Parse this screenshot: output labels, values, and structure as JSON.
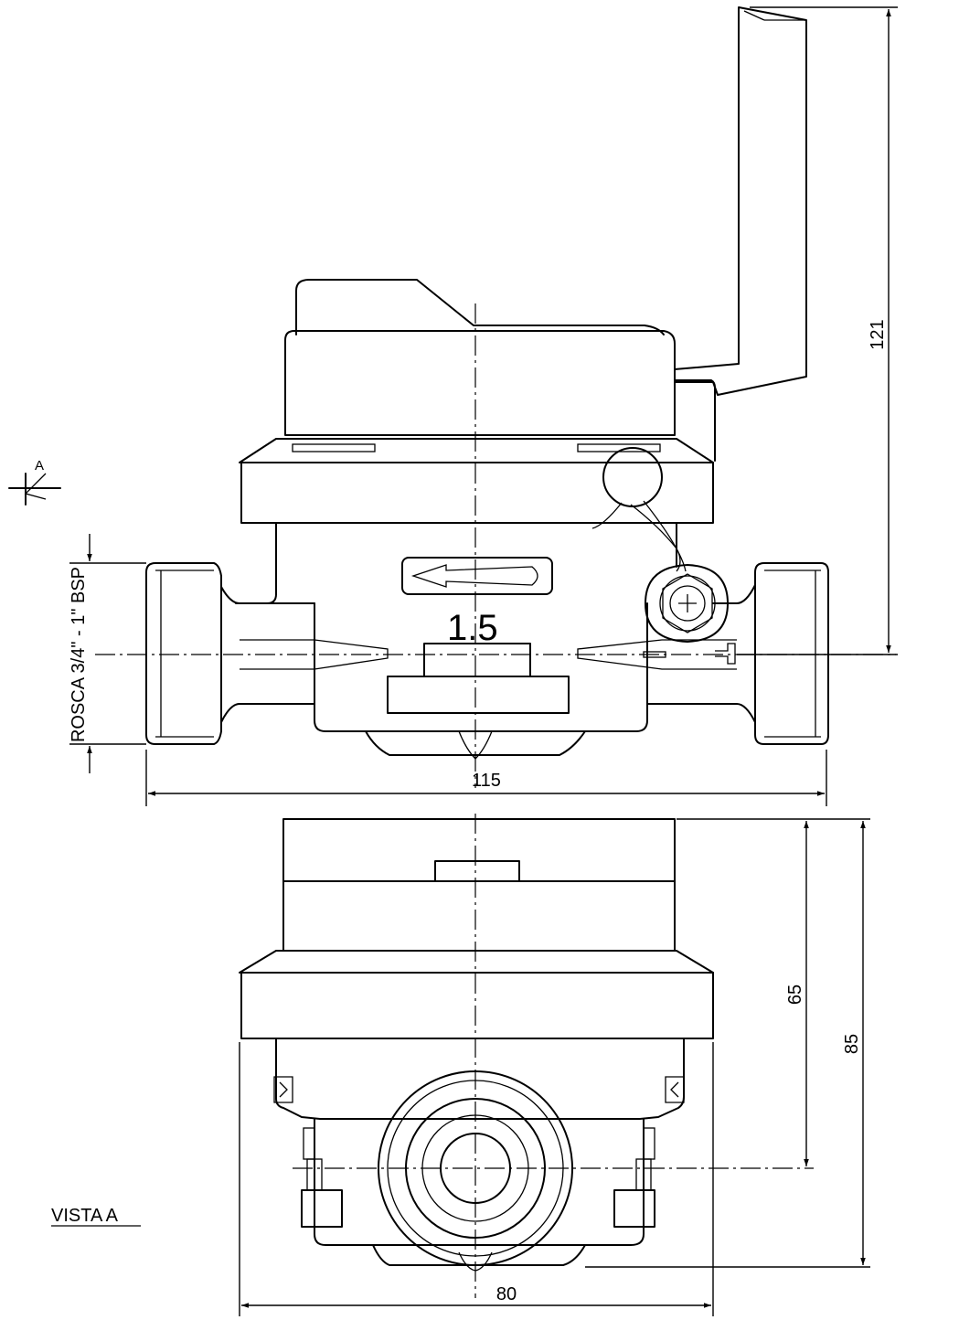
{
  "top_view": {
    "dial_class": "1.5",
    "height_dim": "121",
    "width_dim": "115",
    "thread_label": "ROSCA 3/4\" - 1\" BSP",
    "view_marker": "A"
  },
  "bottom_view": {
    "caption": "VISTA A",
    "width_dim": "80",
    "height_dim_inner": "65",
    "height_dim_outer": "85"
  }
}
